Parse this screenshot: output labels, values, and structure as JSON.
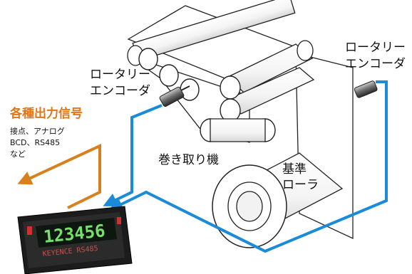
{
  "labels": {
    "encoder_left": [
      "ロータリー",
      "エンコーダ"
    ],
    "encoder_right": [
      "ロータリー",
      "エンコーダ"
    ],
    "winder": "巻き取り機",
    "reference_roller": [
      "基準",
      "ローラ"
    ],
    "output_title": "各種出力信号",
    "output_lines": [
      "接点、アナログ",
      "BCD、RS485",
      "など"
    ]
  },
  "counter_display": {
    "digits": "123456",
    "sub_text": "KEYENCE RS485"
  },
  "colors": {
    "signal_line": "#1a8bd8",
    "output_arrow": "#d9801e",
    "output_text": "#e0761a",
    "outline": "#222222"
  }
}
